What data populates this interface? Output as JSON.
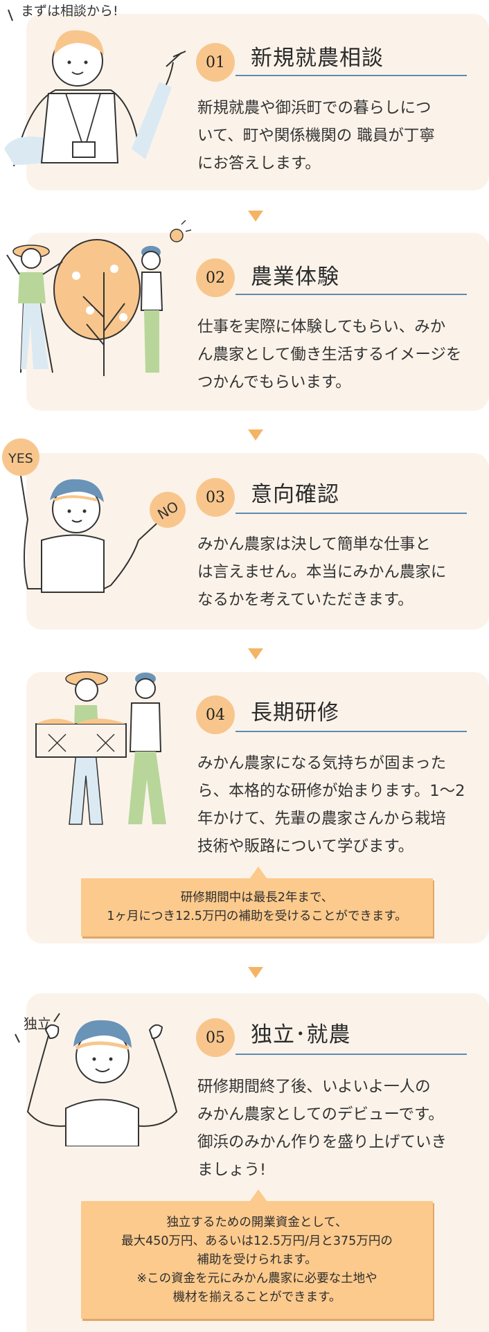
{
  "intro_label": "まずは相談から!",
  "steps": [
    {
      "num": "01",
      "title": "新規就農相談",
      "desc": "新規就農や御浜町での暮らしにつ\nいて、町や関係機関の 職員が丁寧\nにお答えします。"
    },
    {
      "num": "02",
      "title": "農業体験",
      "desc": "仕事を実際に体験してもらい、みか\nん農家として働き生活するイメージを\nつかんでもらいます。"
    },
    {
      "num": "03",
      "title": "意向確認",
      "desc": "みかん農家は決して簡単な仕事と\nは言えません。本当にみかん農家に\nなるかを考えていただきます。",
      "sign_yes": "YES",
      "sign_no": "NO"
    },
    {
      "num": "04",
      "title": "長期研修",
      "desc": "みかん農家になる気持ちが固まった\nら、本格的な研修が始まります。1〜2\n年かけて、先輩の農家さんから栽培\n技術や販路について学びます。",
      "note": "研修期間中は最長2年まで、\n1ヶ月につき12.5万円の補助を受けることができます。"
    },
    {
      "num": "05",
      "title": "独立･就農",
      "desc": "研修期間終了後、いよいよ一人の\nみかん農家としてのデビューです。\n御浜のみかん作りを盛り上げていき\nましょう!",
      "tag": "独立",
      "note": "独立するための開業資金として、\n最大450万円、あるいは12.5万円/月と375万円の\n補助を受けられます。\n※この資金を元にみかん農家に必要な土地や\n機材を揃えることができます。"
    }
  ],
  "colors": {
    "card_bg": "#fbf3ea",
    "accent_orange": "#f8c68c",
    "note_bg": "#fcca8c",
    "rule_blue": "#5d8bb0",
    "arrow": "#f5b464",
    "hair_blue": "#6a93b8",
    "shirt_green": "#b8d69a"
  },
  "icons": [
    "person-pointing-illustration",
    "tree-and-farmers-illustration",
    "person-holding-yes-no-signs-illustration",
    "farmers-carrying-crate-illustration",
    "person-raising-arms-illustration",
    "lightbulb-icon",
    "down-arrow-icon"
  ]
}
